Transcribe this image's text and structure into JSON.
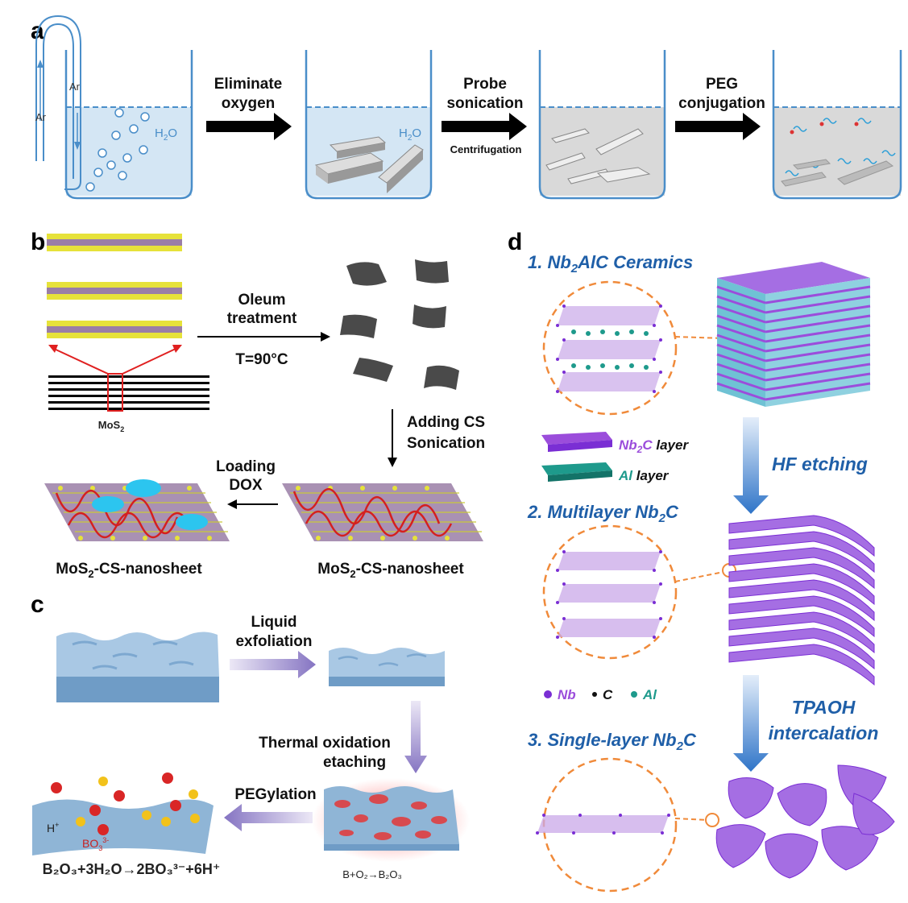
{
  "panels": {
    "a": "a",
    "b": "b",
    "c": "c",
    "d": "d"
  },
  "panel_a": {
    "ar_left": "Ar",
    "ar_inner": "Ar",
    "water1": "H",
    "water1_sub": "2",
    "water1_end": "O",
    "step1_line1": "Eliminate",
    "step1_line2": "oxygen",
    "water2": "H",
    "water2_sub": "2",
    "water2_end": "O",
    "step2_line1": "Probe",
    "step2_line2": "sonication",
    "step2_sub": "Centrifugation",
    "step3_line1": "PEG",
    "step3_line2": "conjugation"
  },
  "panel_b": {
    "mos2_label": "MoS",
    "mos2_sub": "2",
    "oleum_line1": "Oleum",
    "oleum_line2": "treatment",
    "temp": "T=90°C",
    "adding_line1": "Adding CS",
    "adding_line2": "Sonication",
    "loading_line1": "Loading",
    "loading_line2": "DOX",
    "nanosheet_left_pre": "MoS",
    "nanosheet_left_sub": "2",
    "nanosheet_left_post": "-CS-nanosheet",
    "nanosheet_right_pre": "MoS",
    "nanosheet_right_sub": "2",
    "nanosheet_right_post": "-CS-nanosheet"
  },
  "panel_c": {
    "liquid_line1": "Liquid",
    "liquid_line2": "exfoliation",
    "thermal_line1": "Thermal oxidation",
    "thermal_line2": "etaching",
    "pegylation": "PEGylation",
    "h_plus": "H",
    "h_plus_sup": "+",
    "bo3": "BO",
    "bo3_sub": "3",
    "bo3_sup": "3-",
    "eq_main": "B₂O₃+3H₂O→2BO₃³⁻+6H⁺",
    "eq_small": "B+O₂→B₂O₃"
  },
  "panel_d": {
    "step1_pre": "1. Nb",
    "step1_sub": "2",
    "step1_post": "AlC Ceramics",
    "legend_nb2c_pre": "Nb",
    "legend_nb2c_sub": "2",
    "legend_nb2c_post": "C",
    "legend_nb2c_layer": " layer",
    "legend_al": "Al",
    "legend_al_layer": " layer",
    "hf_etching": "HF etching",
    "step2_pre": "2. Multilayer Nb",
    "step2_sub": "2",
    "step2_post": "C",
    "atom_nb": "Nb",
    "atom_c": "C",
    "atom_al": "Al",
    "tpaoh_line1": "TPAOH",
    "tpaoh_line2": "intercalation",
    "step3_pre": "3. Single-layer Nb",
    "step3_sub": "2",
    "step3_post": "C"
  },
  "colors": {
    "purple": "#9b4ddb",
    "teal": "#1e9a8c",
    "blue_text": "#1f5fa8",
    "water": "#d4e6f4",
    "sheet_blue": "#8fb5d6",
    "red_bond": "#d42020",
    "dox": "#2cc5ef"
  }
}
